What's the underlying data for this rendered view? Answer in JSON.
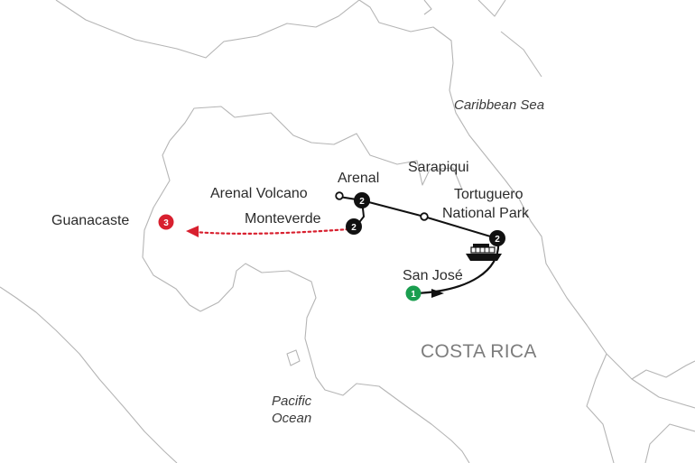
{
  "map": {
    "country": "COSTA RICA",
    "water_bodies": {
      "caribbean": "Caribbean Sea",
      "pacific_line1": "Pacific",
      "pacific_line2": "Ocean"
    },
    "places": {
      "arenal": "Arenal",
      "arenal_volcano": "Arenal Volcano",
      "sarapiqui": "Sarapiqui",
      "tortuguero_line1": "Tortuguero",
      "tortuguero_line2": "National Park",
      "monteverde": "Monteverde",
      "guanacaste": "Guanacaste",
      "san_jose": "San José"
    },
    "stops": {
      "san_jose": "1",
      "tortuguero": "2",
      "arenal": "2",
      "monteverde": "2",
      "guanacaste": "3"
    },
    "colors": {
      "start": "#1a9e4f",
      "overnight": "#111111",
      "optional_extension": "#d8202f",
      "land_outline": "#b5b5b5",
      "route": "#111111"
    },
    "icons": {
      "boat": "boat-icon"
    }
  }
}
